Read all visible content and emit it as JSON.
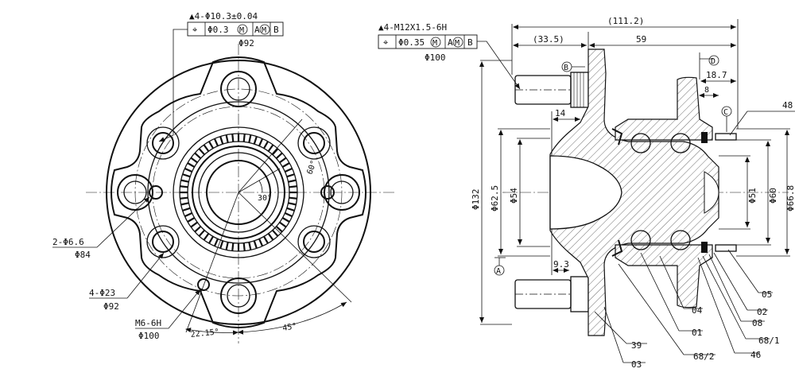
{
  "front_view": {
    "hole_callout": "▲4-Φ10.3±0.04",
    "fcf_left": {
      "position": "⌖",
      "tolerance": "Φ0.3",
      "mod": "M",
      "datum1": "A",
      "datum1_mod": "M",
      "datum2": "B"
    },
    "pcd_top": "Φ92",
    "angle_60": "60°",
    "angle_30": "30°",
    "holes_2": "2-Φ6.6",
    "pcd_84": "Φ84",
    "holes_4": "4-Φ23",
    "pcd_92b": "Φ92",
    "thread_m6": "M6-6H",
    "pcd_100": "Φ100",
    "angle_22": "22.15°",
    "angle_45": "45°"
  },
  "section_view": {
    "stud_callout": "▲4-M12X1.5-6H",
    "fcf_right": {
      "position": "⌖",
      "tolerance": "Φ0.35",
      "mod": "M",
      "datum1": "A",
      "datum1_mod": "M",
      "datum2": "B"
    },
    "pcd_stud": "Φ100",
    "dim_111": "(111.2)",
    "dim_33": "(33.5)",
    "dim_59": "59",
    "dim_18": "18.7",
    "dim_8": "8",
    "dim_14": "14",
    "dim_9": "9.3",
    "dim_132": "Φ132",
    "dim_62": "Φ62.5",
    "dim_54": "Φ54",
    "dim_51": "Φ51",
    "dim_60": "Φ60",
    "dim_66": "Φ66.8",
    "datum_a": "A",
    "datum_b": "B",
    "datum_c": "C",
    "datum_d": "D",
    "part_labels": {
      "p48": "48",
      "p05": "05",
      "p04": "04",
      "p02": "02",
      "p01": "01",
      "p08": "08",
      "p681": "68/1",
      "p39": "39",
      "p682": "68/2",
      "p46": "46",
      "p03": "03"
    }
  }
}
